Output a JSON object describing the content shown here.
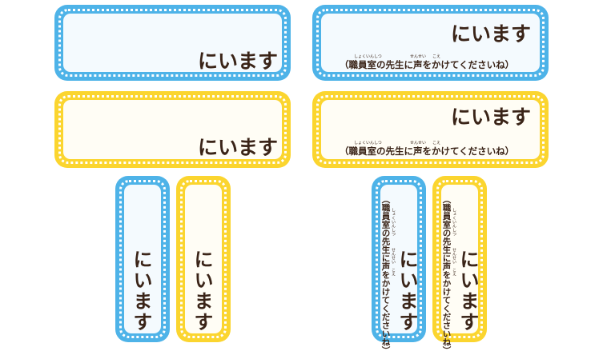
{
  "signs": {
    "main_text": "にいます",
    "sub_text": "（職員室の先生に声をかけてくださいね）",
    "furigana": {
      "shokuinshitsu": "しょくいんしつ",
      "sensei": "せんせい",
      "koe": "こえ"
    }
  },
  "colors": {
    "blue_frame": "#4eb3e8",
    "yellow_frame": "#fbd52f",
    "text": "#3a2418"
  }
}
